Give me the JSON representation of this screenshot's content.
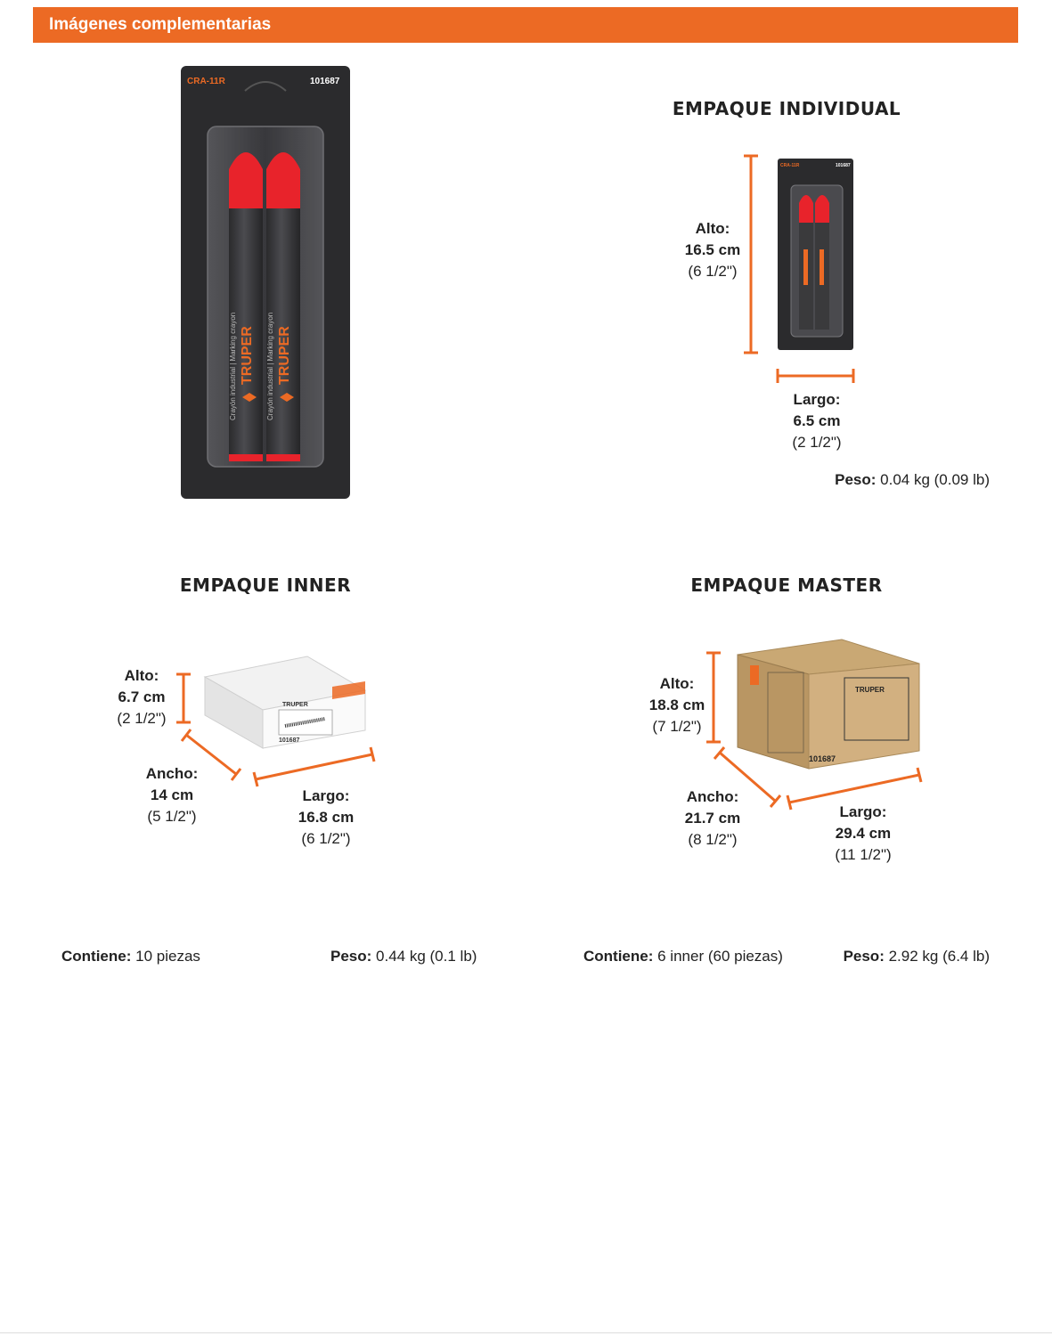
{
  "header": {
    "title": "Imágenes complementarias"
  },
  "product": {
    "model": "CRA-11R",
    "code": "101687",
    "brand": "TRUPER",
    "crayon_text": "Crayón industrial | Marking crayon"
  },
  "individual": {
    "title": "EMPAQUE INDIVIDUAL",
    "alto": {
      "label": "Alto:",
      "value": "16.5 cm",
      "imperial": "(6 1/2\")"
    },
    "largo": {
      "label": "Largo:",
      "value": "6.5 cm",
      "imperial": "(2 1/2\")"
    },
    "peso": {
      "label": "Peso:",
      "value": "0.04 kg (0.09 lb)"
    }
  },
  "inner": {
    "title": "EMPAQUE INNER",
    "alto": {
      "label": "Alto:",
      "value": "6.7 cm",
      "imperial": "(2 1/2\")"
    },
    "ancho": {
      "label": "Ancho:",
      "value": "14 cm",
      "imperial": "(5 1/2\")"
    },
    "largo": {
      "label": "Largo:",
      "value": "16.8 cm",
      "imperial": "(6 1/2\")"
    },
    "contiene": {
      "label": "Contiene:",
      "value": "10 piezas"
    },
    "peso": {
      "label": "Peso:",
      "value": "0.44 kg (0.1 lb)"
    }
  },
  "master": {
    "title": "EMPAQUE MASTER",
    "alto": {
      "label": "Alto:",
      "value": "18.8 cm",
      "imperial": "(7 1/2\")"
    },
    "ancho": {
      "label": "Ancho:",
      "value": "21.7 cm",
      "imperial": "(8 1/2\")"
    },
    "largo": {
      "label": "Largo:",
      "value": "29.4 cm",
      "imperial": "(11 1/2\")"
    },
    "contiene": {
      "label": "Contiene:",
      "value": "6 inner (60 piezas)"
    },
    "peso": {
      "label": "Peso:",
      "value": "2.92 kg (6.4 lb)"
    }
  },
  "colors": {
    "accent": "#ec6a24",
    "crayon_red": "#e8232b",
    "card": "#2b2b2d"
  },
  "icons": {
    "brand_logo": "truper-logo"
  }
}
